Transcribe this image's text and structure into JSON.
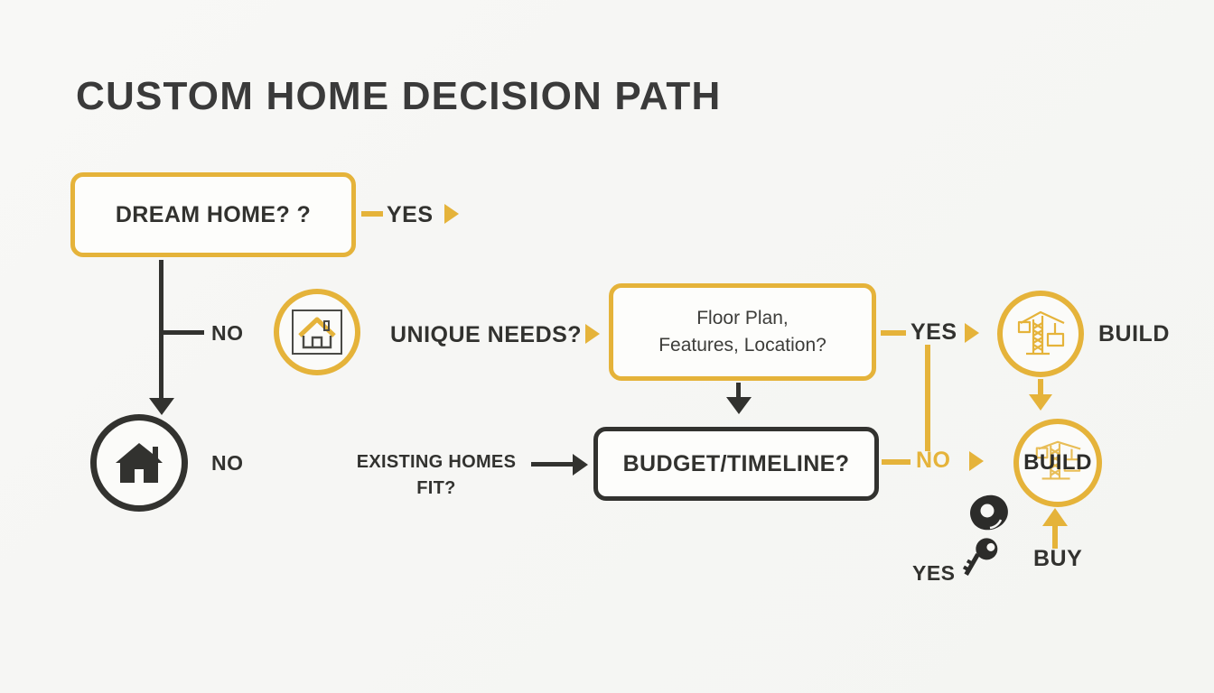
{
  "title": "CUSTOM HOME DECISION PATH",
  "theme": {
    "background": "#f7f7f5",
    "accent_yellow": "#e5b33a",
    "dark": "#32322f"
  },
  "nodes": {
    "dream_home": {
      "label": "DREAM HOME?  ?",
      "style": "yellow-box"
    },
    "floor_plan": {
      "line1": "Floor Plan,",
      "line2": "Features, Location?",
      "style": "yellow-box"
    },
    "budget_timeline": {
      "label": "BUDGET/TIMELINE?",
      "style": "dark-box"
    },
    "house_circle_yellow": {
      "icon": "house-framed-icon",
      "style": "yellow-circle"
    },
    "house_circle_dark": {
      "icon": "house-solid-icon",
      "style": "dark-circle"
    },
    "crane_circle_top": {
      "icon": "crane-icon",
      "style": "yellow-circle"
    },
    "crane_circle_bottom": {
      "icon": "crane-icon",
      "overlay_label": "BUILD",
      "style": "yellow-circle"
    }
  },
  "labels": {
    "yes_top": "YES",
    "no_left": "NO",
    "no_house": "NO",
    "unique_needs": "UNIQUE NEEDS?",
    "existing_homes_line1": "EXISTING HOMES",
    "existing_homes_line2": "FIT?",
    "yes_right": "YES",
    "no_right": "NO",
    "build_top": "BUILD",
    "buy": "BUY",
    "yes_keys": "YES"
  },
  "icons": {
    "house_framed": "house-framed-icon",
    "house_solid": "house-solid-icon",
    "crane": "crane-icon",
    "key_fob": "key-fob-icon",
    "key": "key-icon"
  },
  "chart_data": {
    "type": "flowchart",
    "title": "CUSTOM HOME DECISION PATH",
    "nodes": [
      {
        "id": "dream_home",
        "text": "DREAM HOME?  ?",
        "shape": "rounded-rect",
        "color": "#e5b33a"
      },
      {
        "id": "house_circle_dark",
        "text": "",
        "shape": "circle",
        "color": "#32322f",
        "icon": "house-solid-icon"
      },
      {
        "id": "house_circle_yellow",
        "text": "",
        "shape": "circle",
        "color": "#e5b33a",
        "icon": "house-framed-icon"
      },
      {
        "id": "floor_plan",
        "text": "Floor Plan, Features, Location?",
        "shape": "rounded-rect",
        "color": "#e5b33a"
      },
      {
        "id": "budget_timeline",
        "text": "BUDGET/TIMELINE?",
        "shape": "rounded-rect",
        "color": "#32322f"
      },
      {
        "id": "crane_circle_top",
        "text": "BUILD",
        "shape": "circle",
        "color": "#e5b33a",
        "icon": "crane-icon"
      },
      {
        "id": "crane_circle_bottom",
        "text": "BUILD",
        "shape": "circle",
        "color": "#e5b33a",
        "icon": "crane-icon"
      }
    ],
    "edges": [
      {
        "from": "dream_home",
        "to": "unique_needs",
        "label": "YES",
        "color": "#e5b33a"
      },
      {
        "from": "dream_home",
        "to": "house_circle_dark",
        "label": "NO",
        "color": "#32322f"
      },
      {
        "from": "unique_needs",
        "to": "floor_plan",
        "label": "",
        "color": "#e5b33a"
      },
      {
        "from": "floor_plan",
        "to": "budget_timeline",
        "label": "",
        "color": "#32322f"
      },
      {
        "from": "existing_homes_fit",
        "to": "budget_timeline",
        "label": "",
        "color": "#32322f"
      },
      {
        "from": "floor_plan",
        "to": "crane_circle_top",
        "label": "YES",
        "color": "#e5b33a"
      },
      {
        "from": "budget_timeline",
        "to": "crane_circle_bottom",
        "label": "NO",
        "color": "#e5b33a"
      },
      {
        "from": "crane_circle_top",
        "to": "crane_circle_bottom",
        "label": "",
        "color": "#e5b33a"
      },
      {
        "from": "keys",
        "to": "crane_circle_bottom",
        "label": "BUY",
        "color": "#e5b33a"
      }
    ]
  }
}
